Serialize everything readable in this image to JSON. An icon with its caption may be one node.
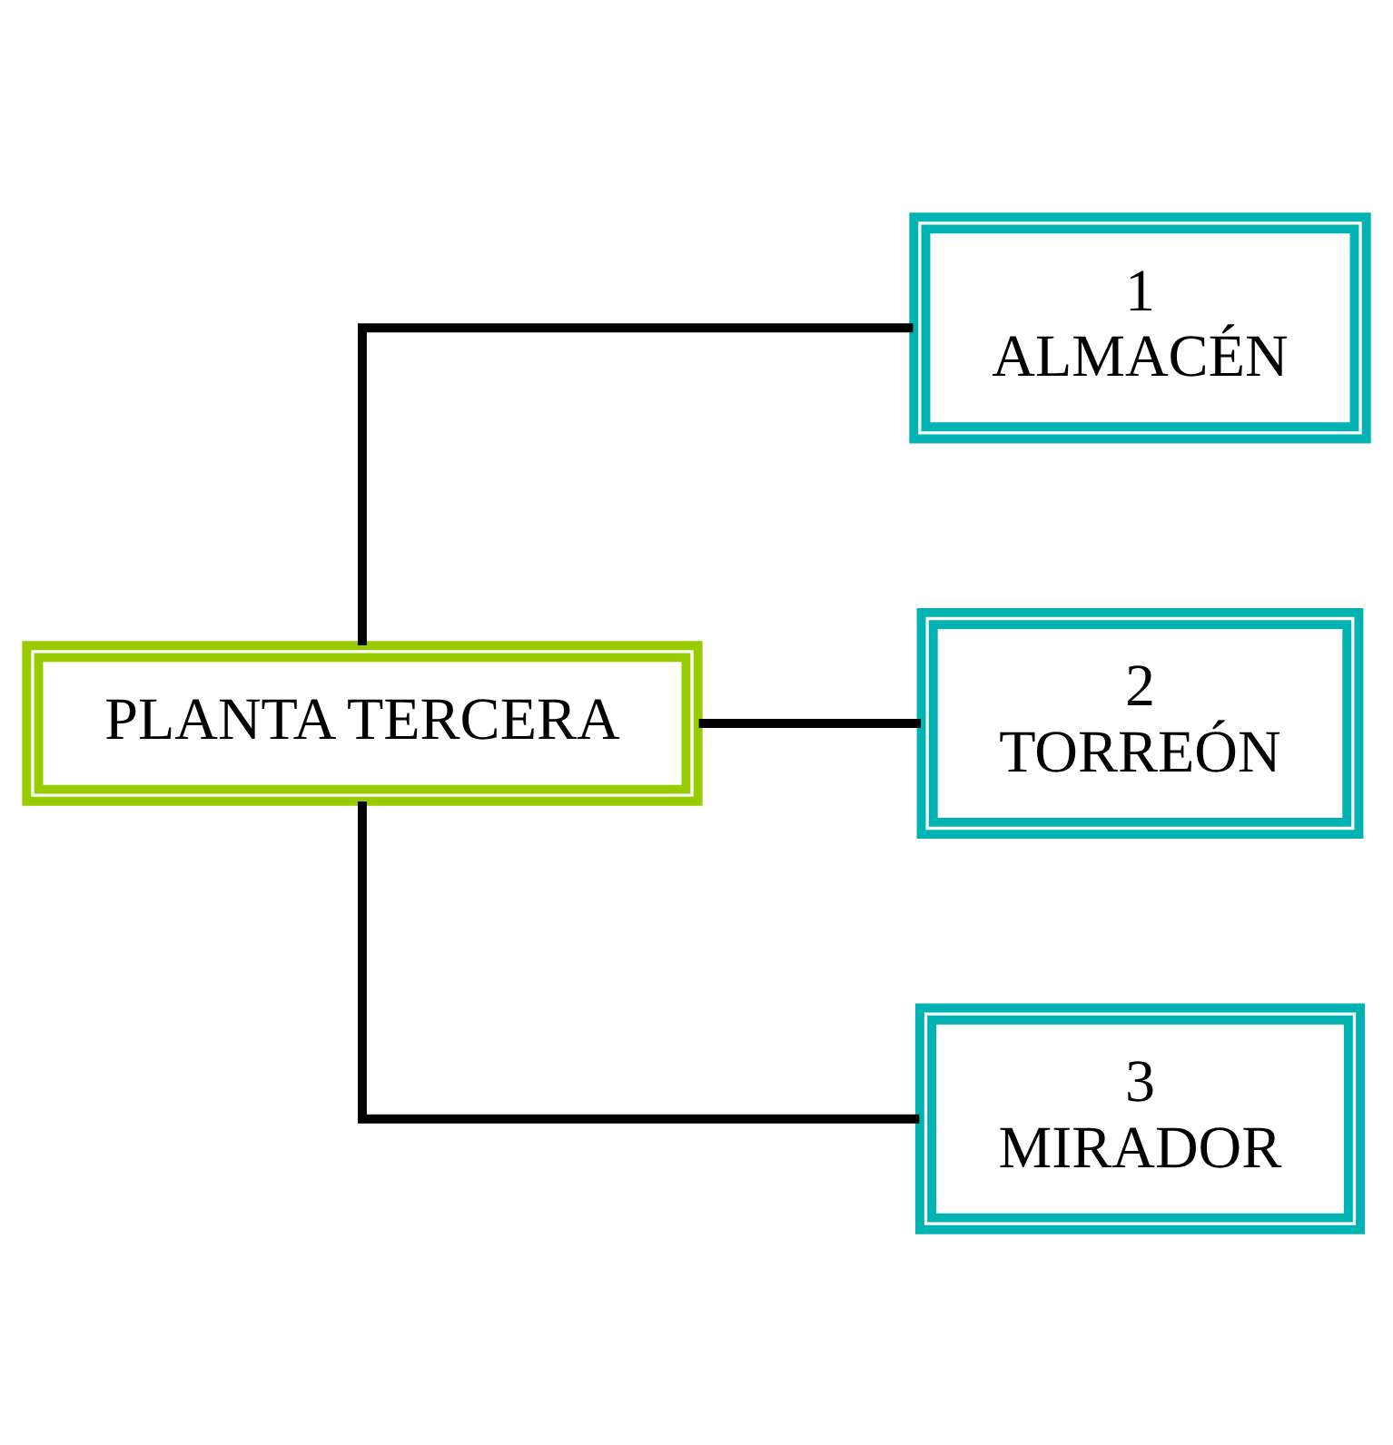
{
  "diagram": {
    "nodes": [
      {
        "text": [
          "PLANTA TERCERA"
        ]
      },
      {
        "text": [
          "1",
          "ALMACÉN"
        ]
      },
      {
        "text": [
          "2",
          "TORREÓN"
        ]
      },
      {
        "text": [
          "3",
          "MIRADOR"
        ]
      }
    ],
    "edges": [
      {
        "from": 0,
        "to": 1,
        "arrow": "none"
      },
      {
        "from": 0,
        "to": 2,
        "arrow": "none"
      },
      {
        "from": 0,
        "to": 3,
        "arrow": "none"
      }
    ]
  }
}
